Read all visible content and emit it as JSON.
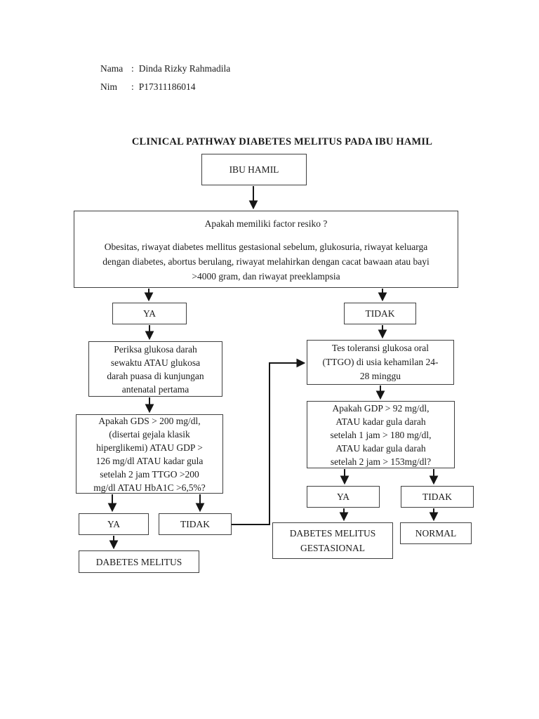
{
  "header": {
    "name_label": "Nama",
    "nim_label": "Nim",
    "separator": ":",
    "name_value": "Dinda Rizky Rahmadila",
    "nim_value": "P17311186014"
  },
  "title": "CLINICAL PATHWAY DIABETES MELITUS PADA IBU HAMIL",
  "flow": {
    "ibu_hamil": "IBU HAMIL",
    "risk_question": "Apakah memiliki factor resiko ?",
    "risk_detail_lines": [
      "Obesitas, riwayat diabetes mellitus gestasional sebelum, glukosuria, riwayat keluarga",
      "dengan diabetes, abortus berulang, riwayat melahirkan dengan cacat bawaan atau bayi",
      ">4000 gram, dan riwayat preeklampsia"
    ],
    "ya_risk": "YA",
    "tidak_risk": "TIDAK",
    "periksa_lines": [
      "Periksa glukosa darah",
      "sewaktu ATAU glukosa",
      "darah puasa di kunjungan",
      "antenatal pertama"
    ],
    "gds_lines": [
      "Apakah GDS > 200 mg/dl,",
      "(disertai gejala klasik",
      "hiperglikemi) ATAU GDP >",
      "126 mg/dl ATAU kadar gula",
      "setelah 2 jam TTGO >200",
      "mg/dl ATAU HbA1C >6,5%?"
    ],
    "ya_gds": "YA",
    "tidak_gds": "TIDAK",
    "diabetes_melitus": "DABETES MELITUS",
    "ttgo_lines": [
      "Tes toleransi glukosa oral",
      "(TTGO) di usia kehamilan 24-",
      "28 minggu"
    ],
    "gdp_lines": [
      "Apakah GDP > 92 mg/dl,",
      "ATAU kadar gula darah",
      "setelah 1 jam > 180 mg/dl,",
      "ATAU kadar gula darah",
      "setelah 2 jam > 153mg/dl?"
    ],
    "ya_gdp": "YA",
    "tidak_gdp": "TIDAK",
    "dmg_lines": [
      "DABETES MELITUS",
      "GESTASIONAL"
    ],
    "normal": "NORMAL"
  },
  "edges": [
    {
      "from": "ibu-hamil",
      "to": "risk-question"
    },
    {
      "from": "risk-question",
      "to": "ya-risk"
    },
    {
      "from": "risk-question",
      "to": "tidak-risk"
    },
    {
      "from": "ya-risk",
      "to": "periksa-glukosa"
    },
    {
      "from": "periksa-glukosa",
      "to": "gds-question"
    },
    {
      "from": "gds-question",
      "to": "ya-gds"
    },
    {
      "from": "gds-question",
      "to": "tidak-gds"
    },
    {
      "from": "ya-gds",
      "to": "diabetes-melitus"
    },
    {
      "from": "tidak-gds",
      "to": "ttgo"
    },
    {
      "from": "tidak-risk",
      "to": "ttgo"
    },
    {
      "from": "ttgo",
      "to": "gdp-question"
    },
    {
      "from": "gdp-question",
      "to": "ya-gdp"
    },
    {
      "from": "gdp-question",
      "to": "tidak-gdp"
    },
    {
      "from": "ya-gdp",
      "to": "diabetes-melitus-gestasional"
    },
    {
      "from": "tidak-gdp",
      "to": "normal"
    }
  ],
  "colors": {
    "background": "#ffffff",
    "box_border": "#3f3f3f",
    "text": "#1b1b1b",
    "arrow": "#161616"
  }
}
